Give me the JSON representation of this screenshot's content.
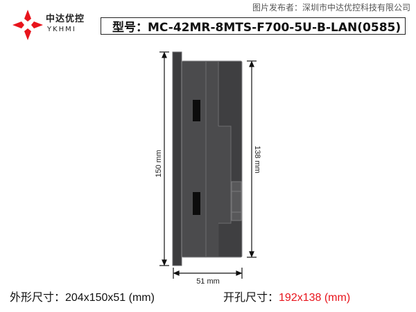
{
  "logo": {
    "name_cn": "中达优控",
    "name_en": "YKHMI",
    "brand_color": "#e8141c"
  },
  "title": {
    "text": "型号：MC-42MR-8MTS-F700-5U-B-LAN(0585)"
  },
  "drawing": {
    "height_label": "150 mm",
    "depth_label": "51 mm",
    "body_height_label": "138 mm",
    "device_color": "#4a4a4c"
  },
  "footer": {
    "dimensions": "外形尺寸：204x150x51 (mm)",
    "cutout_label": "开孔尺寸：",
    "cutout_value": "192x138 (mm)",
    "cutout_color": "#e8141c"
  },
  "watermark": "图片发布者：深圳市中达优控科技有限公司"
}
